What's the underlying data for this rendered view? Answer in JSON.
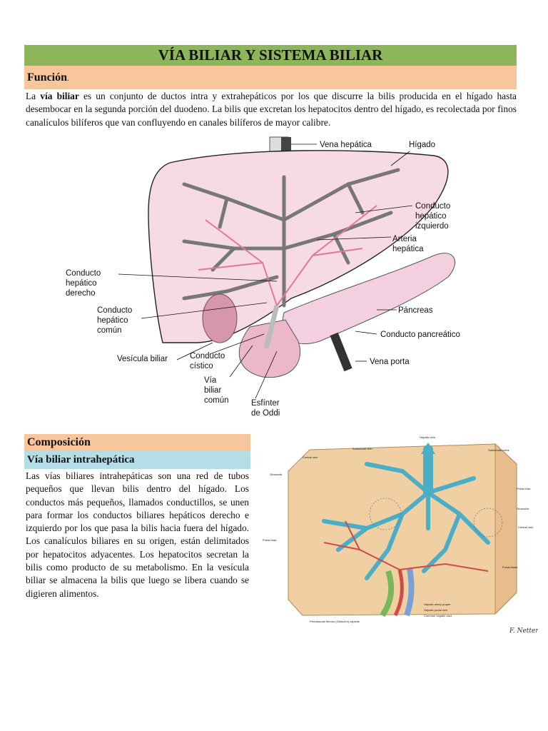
{
  "title": "VÍA BILIAR Y SISTEMA BILIAR",
  "funcion": {
    "heading": "Función",
    "heading_suffix": ".",
    "para_start": "La ",
    "para_bold": "vía biliar",
    "para_rest": " es un conjunto de ductos intra y extrahepáticos por los que discurre la bilis producida en el hígado hasta desembocar en la segunda porción del duodeno. La bilis que excretan los hepatocitos dentro del hígado, es recolectada por finos canalículos bilíferos que van confluyendo en canales bilíferos de mayor calibre."
  },
  "figure1": {
    "labels": {
      "vena_hepatica": "Vena hepática",
      "higado": "Hígado",
      "conducto_izq_1": "Conducto",
      "conducto_izq_2": "hepático",
      "conducto_izq_3": "izquierdo",
      "arteria_1": "Arteria",
      "arteria_2": "hepática",
      "conducto_der_1": "Conducto",
      "conducto_der_2": "hepático",
      "conducto_der_3": "derecho",
      "conducto_comun_1": "Conducto",
      "conducto_comun_2": "hepático",
      "conducto_comun_3": "común",
      "pancreas": "Páncreas",
      "conducto_pancreatico": "Conducto pancreático",
      "vesicula": "Vesícula biliar",
      "cistico_1": "Conducto",
      "cistico_2": "cístico",
      "via_1": "Vía",
      "via_2": "biliar",
      "via_3": "común",
      "vena_porta": "Vena porta",
      "esfinter_1": "Esfínter",
      "esfinter_2": "de Oddi"
    }
  },
  "composicion": {
    "heading": "Composición",
    "subheading": "Vía biliar intrahepática",
    "para": "Las vías biliares intrahepáticas son una red de tubos pequeños que llevan bilis dentro del hígado. Los conductos más pequeños, llamados conductillos, se unen para formar los conductos biliares hepáticos derecho e izquierdo por los que pasa la bilis hacia fuera del hígado. Los canalículos biliares en su origen, están delimitados por hepatocitos adyacentes. Los hepatocitos secretan la bilis como producto de su metabolismo. En la vesícula biliar se almacena la bilis que luego se libera cuando se digieren alimentos."
  },
  "figure2": {
    "labels": {
      "hepatic_vein": "Hepatic vein",
      "sublobular_vein": "Sublobular vein",
      "sublobular_veins": "Sublobular veins",
      "central_vein": "Central vein",
      "sinusoids": "Sinusoids",
      "portal_triad_l": "Portal triad",
      "portal_triad_r": "Portal triad",
      "sinusoids_r": "Sinusoids",
      "central_vein_r": "Central vein",
      "portal_triads_r": "Portal triads",
      "capsule": "Perivascular fibrous (Glisson's) capsule",
      "hepatic_artery": "Hepatic artery proper",
      "hepatic_portal_vein": "Hepatic portal vein",
      "common_bile_duct": "Common hepatic duct",
      "signature": "F. Netter"
    }
  }
}
